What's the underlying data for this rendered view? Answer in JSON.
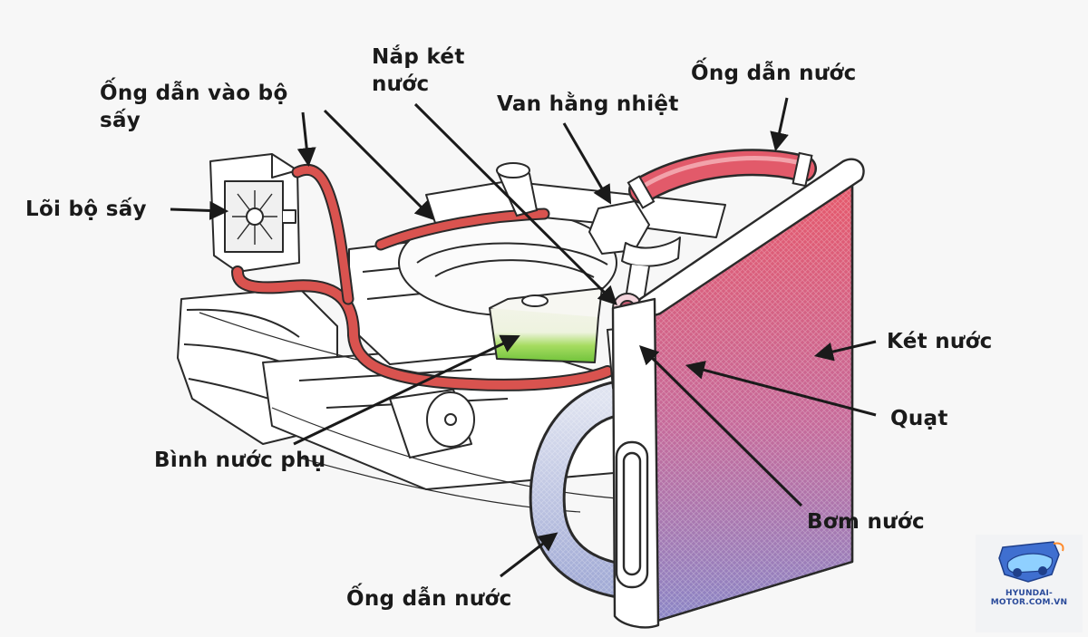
{
  "labels": {
    "heater_inlet_hose_l1": "Ống dẫn vào bộ",
    "heater_inlet_hose_l2": "sấy",
    "heater_core": "Lõi bộ sấy",
    "radiator_cap_l1": "Nắp két",
    "radiator_cap_l2": "nước",
    "thermostat": "Van hằng nhiệt",
    "upper_hose": "Ống dẫn nước",
    "radiator": "Két nước",
    "fan": "Quạt",
    "water_pump": "Bơm nước",
    "reservoir": "Bình nước phụ",
    "lower_hose": "Ống dẫn nước"
  },
  "watermark": {
    "text": "HYUNDAI-MOTOR.COM.VN",
    "icon": "car-logo-icon"
  },
  "colors": {
    "hot_hose": "#d9534f",
    "cold_hose": "#aab2d8",
    "radiator_top": "#e25a6a",
    "radiator_bottom": "#8a86c6",
    "reservoir_fluid": "#8fd14f",
    "label_text": "#1a1a1a"
  }
}
